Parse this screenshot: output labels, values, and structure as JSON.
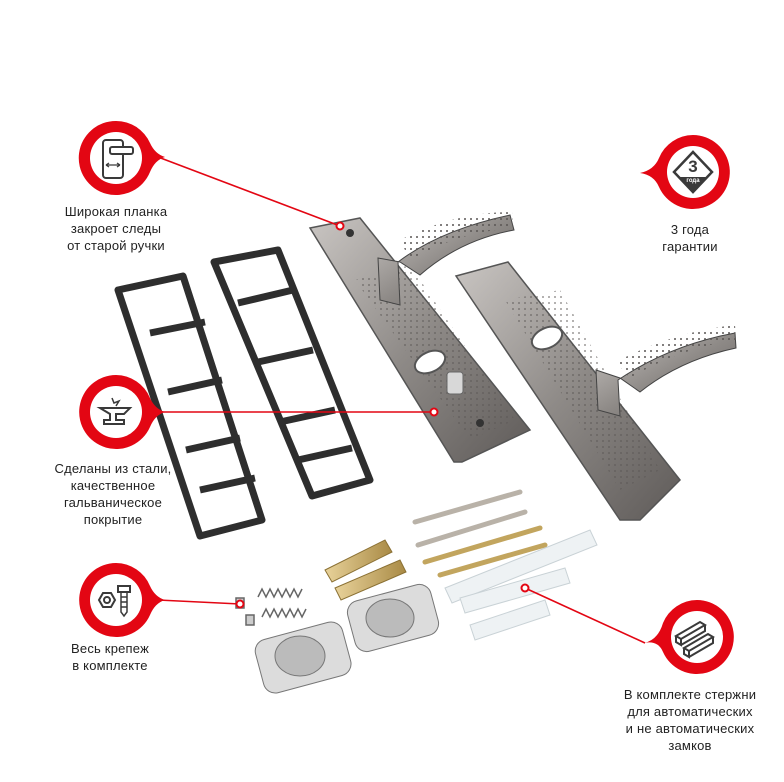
{
  "colors": {
    "accent": "#e30613",
    "icon": "#3a3a3a",
    "metal": "#8f8b88"
  },
  "callouts": [
    {
      "icon": "wide-plate-icon",
      "lines": [
        "Широкая планка",
        "закроет следы",
        "от старой ручки"
      ]
    },
    {
      "icon": "steel-anvil-icon",
      "lines": [
        "Сделаны из стали,",
        "качественное",
        "гальваническое",
        "покрытие"
      ]
    },
    {
      "icon": "fasteners-icon",
      "lines": [
        "Весь крепеж",
        "в комплекте"
      ]
    },
    {
      "icon": "warranty-icon",
      "badge_number": "3",
      "badge_word": "года",
      "lines": [
        "3 года",
        "гарантии"
      ]
    },
    {
      "icon": "rods-icon",
      "lines": [
        "В комплекте стержни",
        "для автоматических",
        "и не автоматических",
        "замков"
      ]
    }
  ]
}
